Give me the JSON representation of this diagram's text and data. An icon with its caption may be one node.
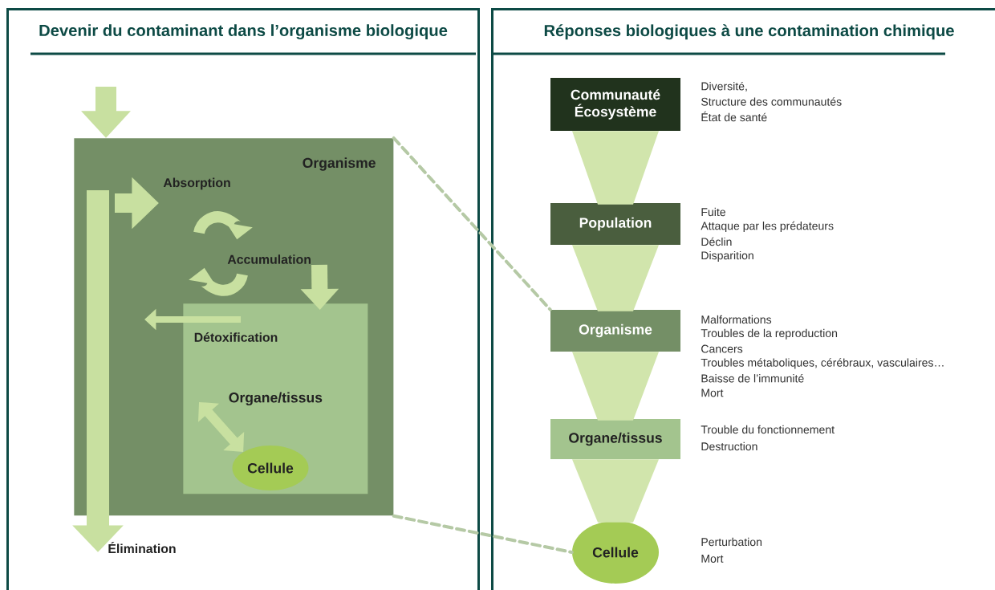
{
  "diagram": {
    "nodes": [
      {
        "text": [
          "Devenir du contaminant dans l’organisme biologique"
        ]
      },
      {
        "text": [
          "Organisme"
        ],
        "in": 0
      },
      {
        "text": [
          "Organe/tissus"
        ],
        "in": 1
      },
      {
        "text": [
          "Cellule"
        ],
        "in": 2
      },
      {
        "text": [
          "Réponses biologiques à une contamination chimique"
        ]
      },
      {
        "text": [
          "Communauté Écosystème"
        ],
        "in": 4,
        "beside": [
          "Diversité,",
          "Structure des communautés",
          "État de santé"
        ]
      },
      {
        "text": [
          "Population"
        ],
        "in": 4,
        "beside": [
          "Fuite",
          "Attaque par les prédateurs",
          "Déclin",
          "Disparition"
        ]
      },
      {
        "text": [
          "Organisme"
        ],
        "in": 4,
        "beside": [
          "Malformations",
          "Troubles de la reproduction",
          "Cancers",
          "Troubles métaboliques, cérébraux, vasculaires…",
          "Baisse de l’immunité",
          "Mort"
        ]
      },
      {
        "text": [
          "Organe/tissus"
        ],
        "in": 4,
        "beside": [
          "Trouble du fonctionnement",
          "Destruction"
        ]
      },
      {
        "text": [
          "Cellule"
        ],
        "in": 4,
        "beside": [
          "Perturbation",
          "Mort"
        ]
      }
    ],
    "edges": [
      {
        "from": null,
        "to": 1,
        "arrow": "to",
        "style": "thick"
      },
      {
        "from": null,
        "to": 2,
        "arrow": "to",
        "style": "thick"
      },
      {
        "from": 2,
        "to": null,
        "arrow": "to",
        "label": "Détoxification"
      },
      {
        "from": 2,
        "to": 3,
        "arrow": "both"
      },
      {
        "from": 1,
        "to": 7,
        "arrow": "none",
        "style": "dashed"
      },
      {
        "from": 1,
        "to": 9,
        "arrow": "none",
        "style": "dashed"
      },
      {
        "from": 5,
        "to": 6,
        "arrow": "none"
      },
      {
        "from": 6,
        "to": 7,
        "arrow": "none"
      },
      {
        "from": 7,
        "to": 8,
        "arrow": "none"
      },
      {
        "from": 8,
        "to": 9,
        "arrow": "none"
      }
    ],
    "labels": [
      "Absorption",
      "Accumulation",
      "Élimination"
    ]
  }
}
